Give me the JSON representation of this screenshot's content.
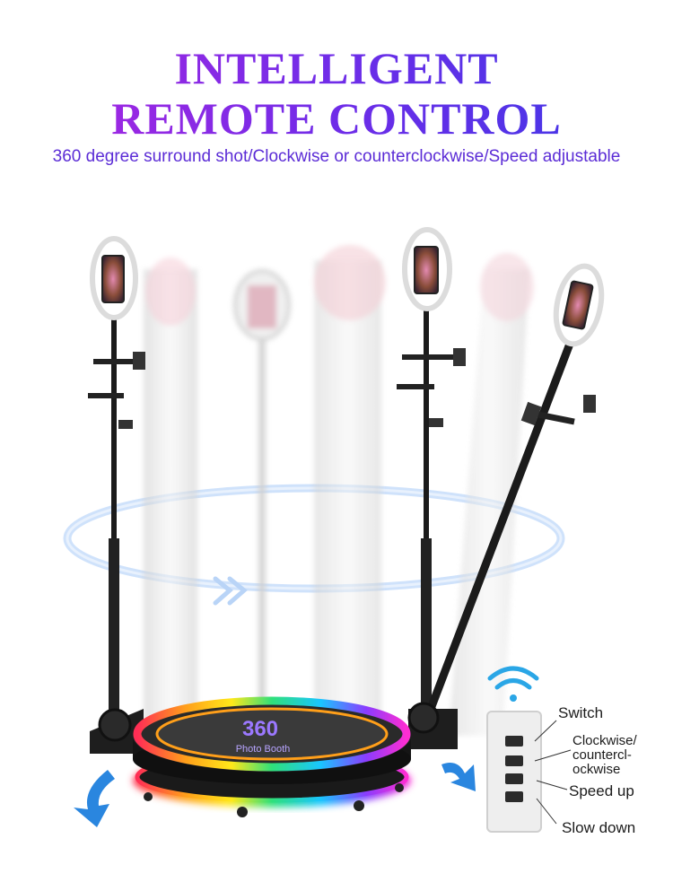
{
  "header": {
    "title_line1": "INTELLIGENT",
    "title_line2": "REMOTE CONTROL",
    "subtitle": "360 degree surround shot/Clockwise or counterclockwise/Speed adjustable"
  },
  "platform": {
    "logo_number": "360",
    "logo_text": "Photo Booth"
  },
  "remote": {
    "labels": {
      "switch": "Switch",
      "direction_line1": "Clockwise/",
      "direction_line2": "countercl-",
      "direction_line3": "ockwise",
      "speed_up": "Speed up",
      "slow_down": "Slow down"
    }
  },
  "colors": {
    "title_start": "#b026e0",
    "title_end": "#3a39e6",
    "subtitle": "#5b2cd6",
    "arrow": "#2a86df",
    "ring": "#cfe2fb"
  },
  "icons": [
    "wifi-icon",
    "rotation-arrow-icon"
  ]
}
